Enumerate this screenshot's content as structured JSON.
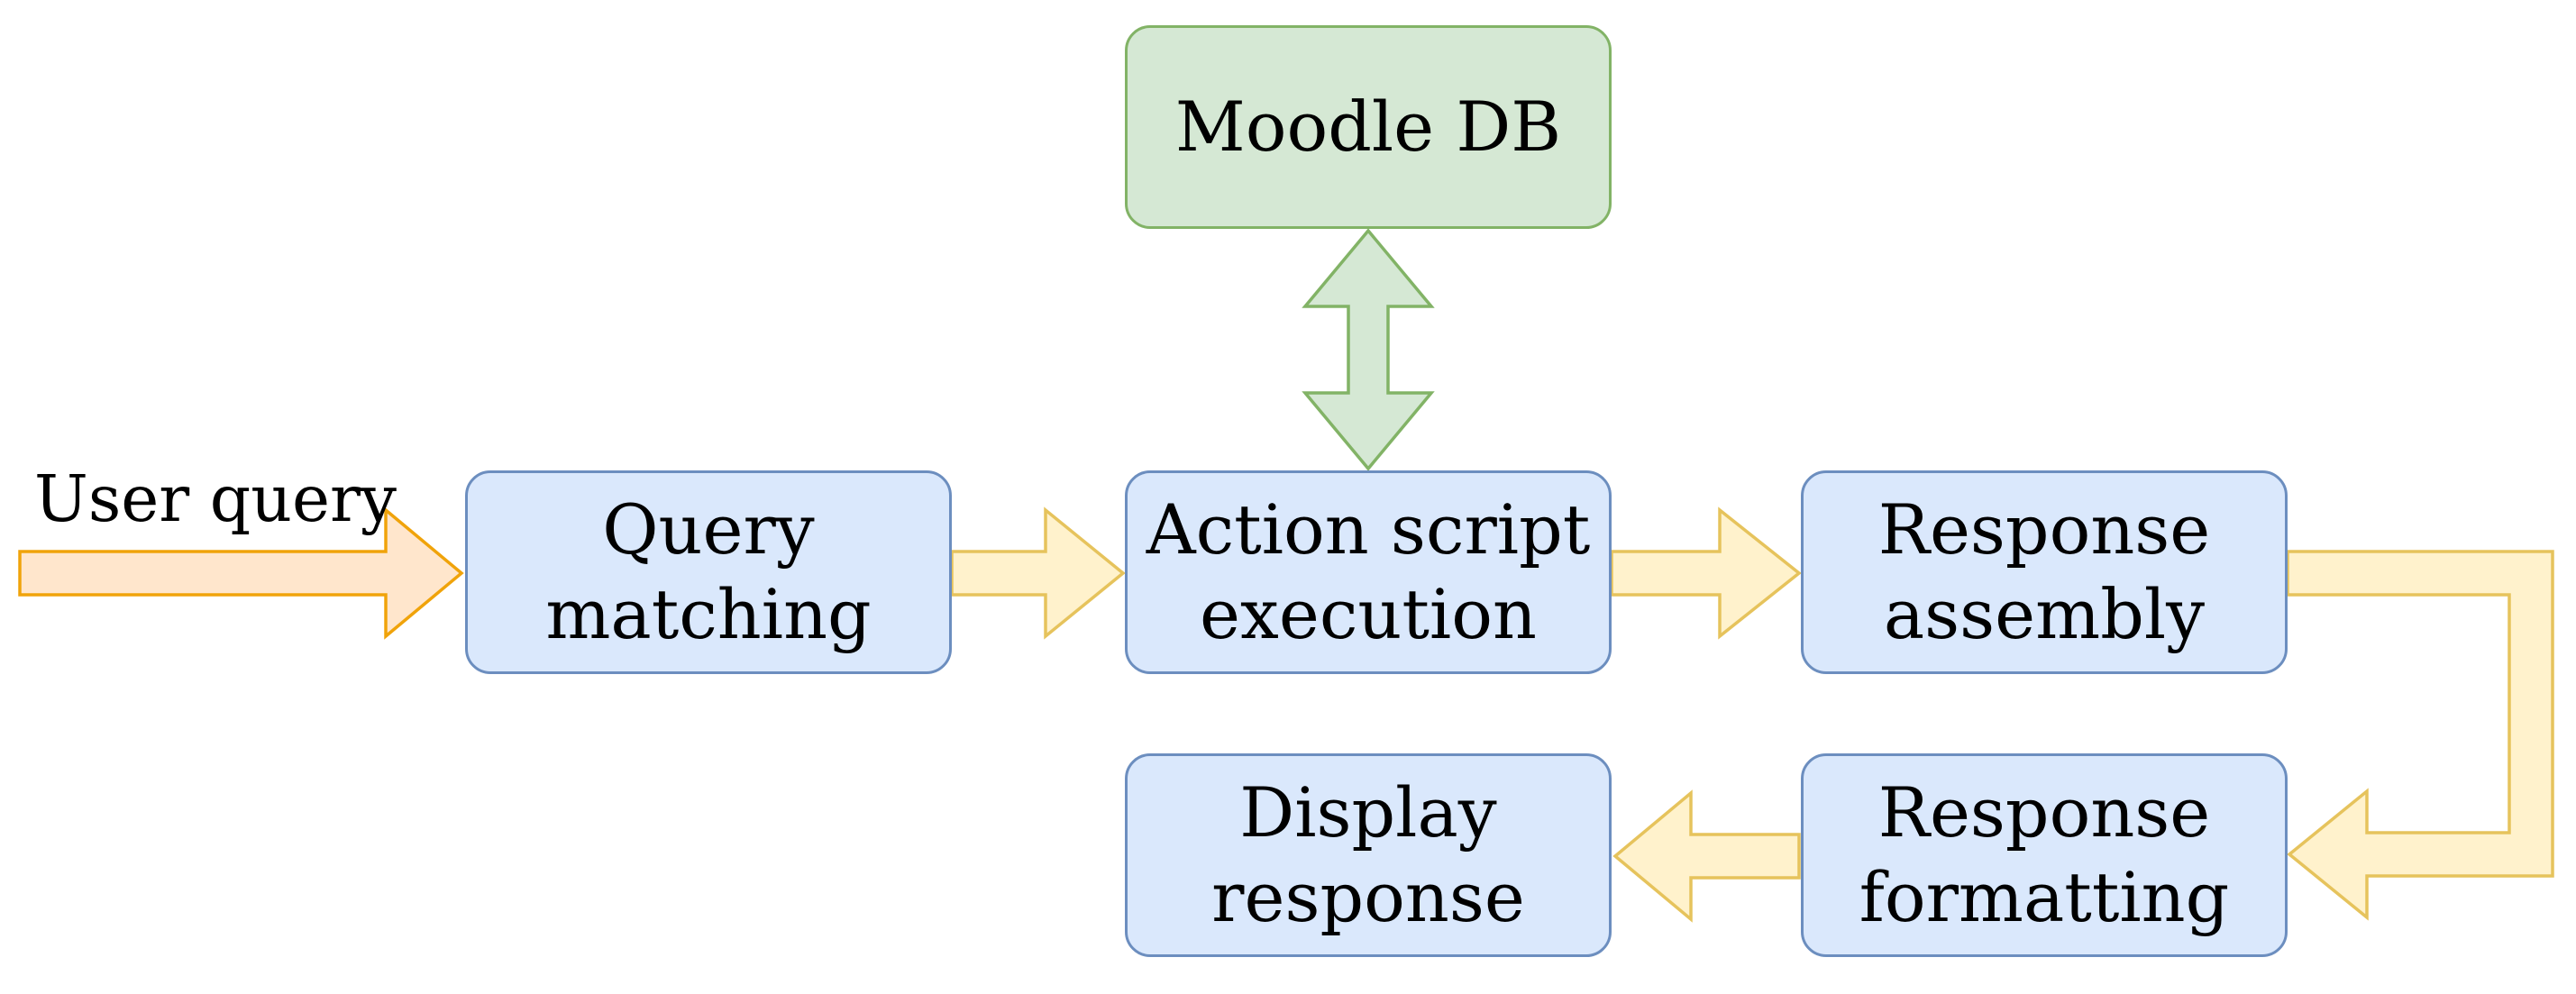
{
  "diagram": {
    "input_label": "User query",
    "nodes": {
      "moodle_db": "Moodle DB",
      "query_matching": "Query\nmatching",
      "action_script": "Action script\nexecution",
      "response_assembly": "Response\nassembly",
      "response_formatting": "Response\nformatting",
      "display_response": "Display\nresponse"
    },
    "colors": {
      "process_fill": "#dae8fc",
      "process_stroke": "#6c8ebf",
      "db_fill": "#d5e8d4",
      "db_stroke": "#82b366",
      "input_arrow_fill": "#ffe6cc",
      "input_arrow_stroke": "#f0a30a",
      "flow_arrow_fill": "#fff2cc",
      "flow_arrow_stroke": "#e6c35c"
    }
  }
}
